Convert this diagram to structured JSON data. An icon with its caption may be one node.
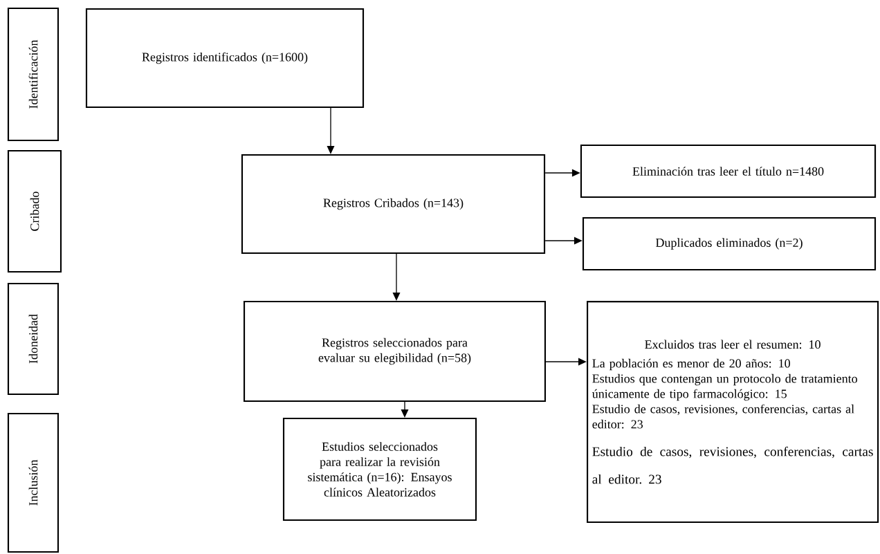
{
  "diagram": {
    "nodes": [
      {
        "text": [
          "Identificación"
        ]
      },
      {
        "text": [
          "Cribado"
        ]
      },
      {
        "text": [
          "Idoneidad"
        ]
      },
      {
        "text": [
          "Inclusión"
        ]
      },
      {
        "text": [
          "Registros identificados (n=1600)"
        ]
      },
      {
        "text": [
          "Registros Cribados (n=143)"
        ]
      },
      {
        "text": [
          "Eliminación tras leer el título n=1480"
        ]
      },
      {
        "text": [
          "Duplicados eliminados (n=2)"
        ]
      },
      {
        "text": [
          "Registros seleccionados para evaluar su elegibilidad (n=58)"
        ]
      },
      {
        "text": [
          "Estudios seleccionados para realizar la revisión sistemática (n=16): Ensayos clínicos Aleatorizados"
        ]
      },
      {
        "text": [
          "Excluidos tras leer el resumen: 10",
          "La población es menor de 20 años: 10",
          "Estudios que contengan un protocolo de tratamiento únicamente de tipo farmacológico: 15",
          "Estudio de casos, revisiones, conferencias, cartas al editor: 23",
          "Estudio de casos, revisiones, conferencias, cartas al editor. 23"
        ]
      }
    ],
    "edges": [
      {
        "from": 4,
        "to": 5,
        "arrow": "to"
      },
      {
        "from": 5,
        "to": 6,
        "arrow": "to"
      },
      {
        "from": 5,
        "to": 7,
        "arrow": "to"
      },
      {
        "from": 5,
        "to": 8,
        "arrow": "to"
      },
      {
        "from": 8,
        "to": 10,
        "arrow": "to"
      },
      {
        "from": 8,
        "to": 9,
        "arrow": "to"
      }
    ]
  }
}
